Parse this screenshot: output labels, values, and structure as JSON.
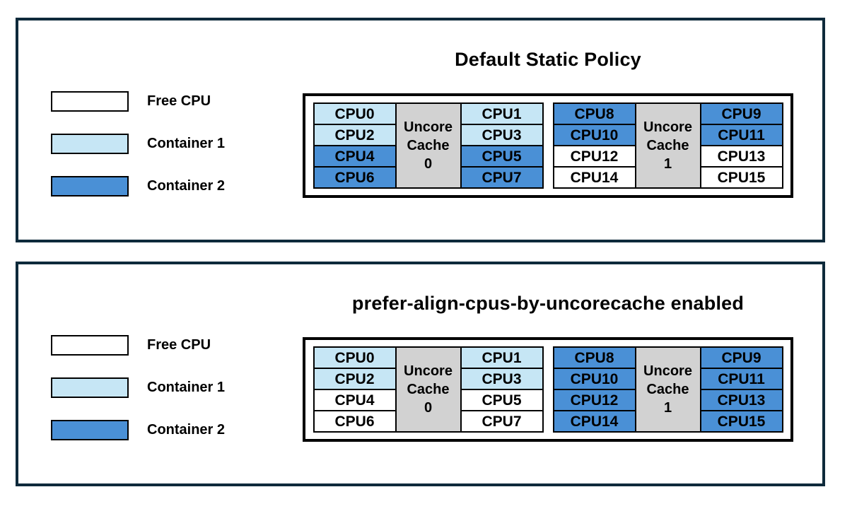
{
  "colors": {
    "free": "#ffffff",
    "container1": "#c6e6f5",
    "container2": "#4a90d6",
    "cache_fill": "#d2d2d2",
    "panel_border": "#0e2a3b",
    "cell_border": "#000000",
    "text": "#000000"
  },
  "panels": [
    {
      "title": "Default Static Policy",
      "legend": [
        {
          "label": "Free CPU",
          "state": "free"
        },
        {
          "label": "Container 1",
          "state": "container1"
        },
        {
          "label": "Container 2",
          "state": "container2"
        }
      ],
      "clusters": [
        {
          "cache": {
            "lines": [
              "Uncore",
              "Cache",
              "0"
            ]
          },
          "left": [
            {
              "label": "CPU0",
              "state": "container1"
            },
            {
              "label": "CPU2",
              "state": "container1"
            },
            {
              "label": "CPU4",
              "state": "container2"
            },
            {
              "label": "CPU6",
              "state": "container2"
            }
          ],
          "right": [
            {
              "label": "CPU1",
              "state": "container1"
            },
            {
              "label": "CPU3",
              "state": "container1"
            },
            {
              "label": "CPU5",
              "state": "container2"
            },
            {
              "label": "CPU7",
              "state": "container2"
            }
          ]
        },
        {
          "cache": {
            "lines": [
              "Uncore",
              "Cache",
              "1"
            ]
          },
          "left": [
            {
              "label": "CPU8",
              "state": "container2"
            },
            {
              "label": "CPU10",
              "state": "container2"
            },
            {
              "label": "CPU12",
              "state": "free"
            },
            {
              "label": "CPU14",
              "state": "free"
            }
          ],
          "right": [
            {
              "label": "CPU9",
              "state": "container2"
            },
            {
              "label": "CPU11",
              "state": "container2"
            },
            {
              "label": "CPU13",
              "state": "free"
            },
            {
              "label": "CPU15",
              "state": "free"
            }
          ]
        }
      ]
    },
    {
      "title": "prefer-align-cpus-by-uncorecache enabled",
      "legend": [
        {
          "label": "Free CPU",
          "state": "free"
        },
        {
          "label": "Container 1",
          "state": "container1"
        },
        {
          "label": "Container 2",
          "state": "container2"
        }
      ],
      "clusters": [
        {
          "cache": {
            "lines": [
              "Uncore",
              "Cache",
              "0"
            ]
          },
          "left": [
            {
              "label": "CPU0",
              "state": "container1"
            },
            {
              "label": "CPU2",
              "state": "container1"
            },
            {
              "label": "CPU4",
              "state": "free"
            },
            {
              "label": "CPU6",
              "state": "free"
            }
          ],
          "right": [
            {
              "label": "CPU1",
              "state": "container1"
            },
            {
              "label": "CPU3",
              "state": "container1"
            },
            {
              "label": "CPU5",
              "state": "free"
            },
            {
              "label": "CPU7",
              "state": "free"
            }
          ]
        },
        {
          "cache": {
            "lines": [
              "Uncore",
              "Cache",
              "1"
            ]
          },
          "left": [
            {
              "label": "CPU8",
              "state": "container2"
            },
            {
              "label": "CPU10",
              "state": "container2"
            },
            {
              "label": "CPU12",
              "state": "container2"
            },
            {
              "label": "CPU14",
              "state": "container2"
            }
          ],
          "right": [
            {
              "label": "CPU9",
              "state": "container2"
            },
            {
              "label": "CPU11",
              "state": "container2"
            },
            {
              "label": "CPU13",
              "state": "container2"
            },
            {
              "label": "CPU15",
              "state": "container2"
            }
          ]
        }
      ]
    }
  ]
}
